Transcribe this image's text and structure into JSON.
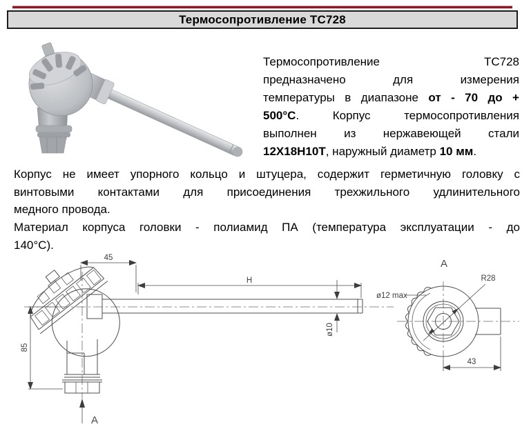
{
  "title_bar": {
    "title": "Термосопротивление ТС728"
  },
  "intro": {
    "line1": "Термосопротивление ТС728",
    "line2": "предназначено для измерения",
    "line3_pre": "температуры в диапазоне ",
    "line3_bold": "от - 70 до +",
    "line4_bold": "500°С",
    "line4_post": ". Корпус термосопротивления",
    "line5": "выполнен из нержавеющей стали",
    "line6_bold1": "12Х18Н10Т",
    "line6_mid": ", наружный диаметр ",
    "line6_bold2": "10 мм",
    "line6_end": "."
  },
  "body": {
    "p1_line1": "Корпус не имеет упорного кольцо и штуцера, содержит герметичную головку с",
    "p1_line2": "винтовыми контактами для присоединения трехжильного удлинительного",
    "p1_line3": "медного провода.",
    "p2_line1": "Материал корпуса головки - полиамид ПА (температура эксплуатации - до",
    "p2_line2": "140°С)."
  },
  "drawing": {
    "dim_head_width": "45",
    "dim_length": "H",
    "dim_head_height": "85",
    "dim_probe_diameter": "ø10",
    "view_arrow_label": "A",
    "view_title": "A",
    "dim_radius": "R28",
    "dim_nub_diameter": "ø12 max",
    "dim_neck_length": "43"
  },
  "colors": {
    "accent_rule": "#7b1f2a",
    "title_bar_bg": "#d9d9d9",
    "title_bar_border": "#1c1c1c",
    "line_color": "#4d4d4d"
  }
}
